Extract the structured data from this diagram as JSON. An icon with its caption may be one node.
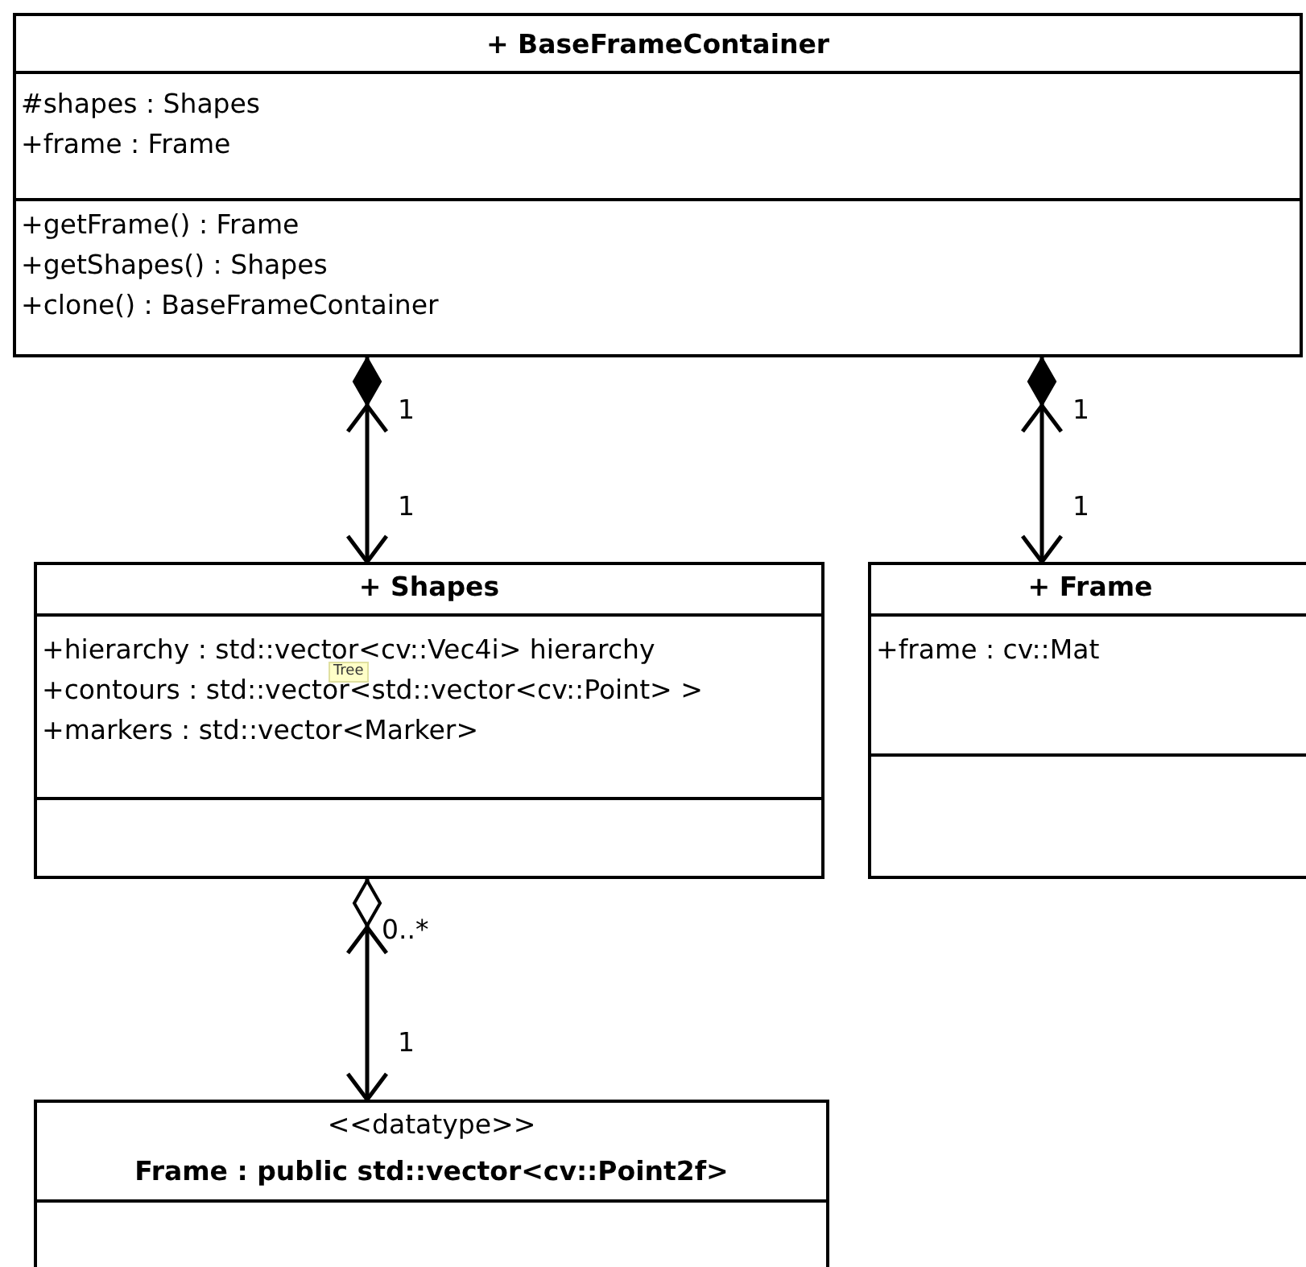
{
  "diagram": {
    "nodes": [
      {
        "text": [
          "+ BaseFrameContainer",
          "#shapes : Shapes",
          "+frame : Frame",
          "+getFrame() : Frame",
          "+getShapes() : Shapes",
          "+clone() : BaseFrameContainer"
        ]
      },
      {
        "text": [
          "+ Shapes",
          "+hierarchy : std::vector<cv::Vec4i> hierarchy",
          "+contours : std::vector<std::vector<cv::Point> >",
          "+markers : std::vector<Marker>"
        ]
      },
      {
        "text": [
          "+ Frame",
          "+frame : cv::Mat"
        ]
      },
      {
        "text": [
          "<<datatype>>",
          "Frame : public std::vector<cv::Point2f>"
        ]
      }
    ],
    "edges": [
      {
        "from": 0,
        "to": 1,
        "arrow": "to"
      },
      {
        "from": 0,
        "to": 2,
        "arrow": "to"
      },
      {
        "from": 1,
        "to": 3,
        "arrow": "to"
      }
    ],
    "labels": [
      "1",
      "1",
      "1",
      "1",
      "Tree",
      "0..*",
      "1"
    ]
  }
}
